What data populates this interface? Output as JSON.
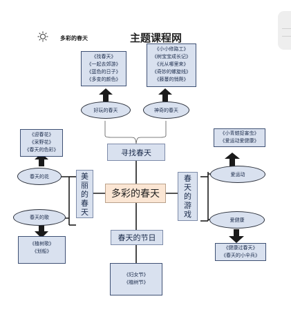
{
  "header": {
    "sun_icon": "sun-icon",
    "small_title": "多彩的春天",
    "site_title": "主题课程网"
  },
  "center_title": "多彩的春天",
  "branches": {
    "top": {
      "label": "寻找春天"
    },
    "bottom": {
      "label": "春天的节日"
    },
    "left": {
      "label_chars": [
        "美",
        "丽",
        "的",
        "春",
        "天"
      ]
    },
    "right": {
      "label_chars": [
        "春",
        "天",
        "的",
        "游",
        "戏"
      ]
    }
  },
  "ovals": {
    "fun_spring": "好玩的春天",
    "magic_spring": "神奇的春天",
    "spring_flowers": "春天的花",
    "spring_songs": "春天的歌",
    "love_sports": "爱运动",
    "love_health": "爱健康"
  },
  "boxes": {
    "fun_spring_items": [
      "《找春天》",
      "《一起去郊游》",
      "《蓝色的日子》",
      "《多变的颜色》"
    ],
    "magic_spring_items": [
      "《小小修路工》",
      "《树宝宝成长记》",
      "《光从哪里来》",
      "《奇妙的螺旋线》",
      "《藤蔓的悄爬》"
    ],
    "flowers_items": [
      "《迎春花》",
      "《采野花》",
      "《春天的色彩》"
    ],
    "songs_items": [
      "《植树歌》",
      "《划船》"
    ],
    "sports_items": [
      "《小青蛙捉害虫》",
      "《爱运动爱健康》"
    ],
    "health_items": [
      "《健康过春天》",
      "《春天的小伞兵》"
    ],
    "festival_items": [
      "《妇女节》",
      "《植树节》"
    ]
  },
  "scroll_tab": {
    "icon": "scroll-handle-icon"
  }
}
